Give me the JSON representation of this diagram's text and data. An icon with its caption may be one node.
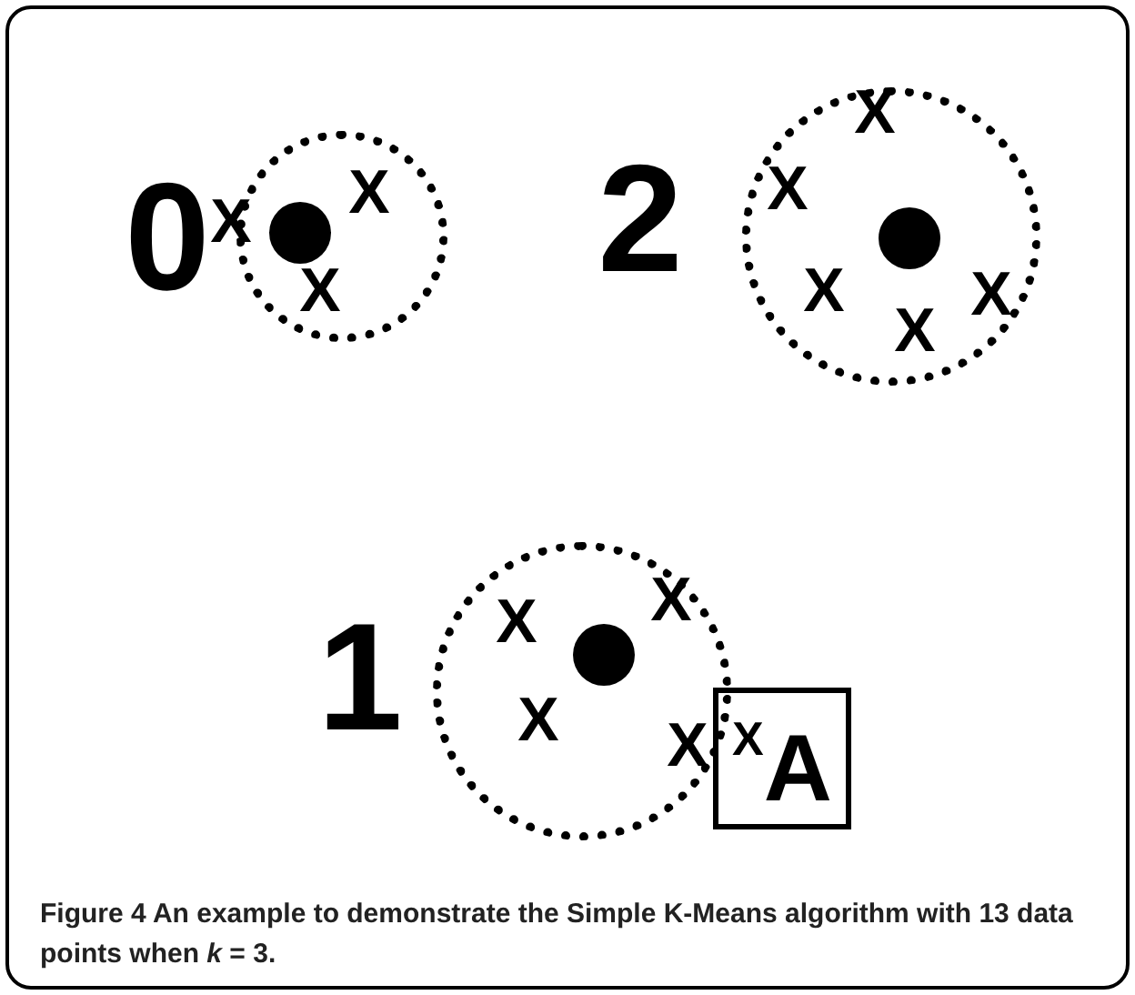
{
  "diagram": {
    "caption": "Figure 4 An example to demonstrate the Simple K-Means algorithm with 13 data points when *k* = 3.",
    "nodes": [
      {
        "text": [
          "X",
          "X",
          "X"
        ],
        "beside": [
          "0"
        ]
      },
      {
        "text": [
          "X",
          "X",
          "X",
          "X",
          "X"
        ],
        "beside": [
          "2"
        ]
      },
      {
        "text": [
          "X",
          "X",
          "X",
          "X"
        ],
        "beside": [
          "1"
        ]
      },
      {
        "text": [
          "X",
          "A"
        ]
      }
    ]
  }
}
